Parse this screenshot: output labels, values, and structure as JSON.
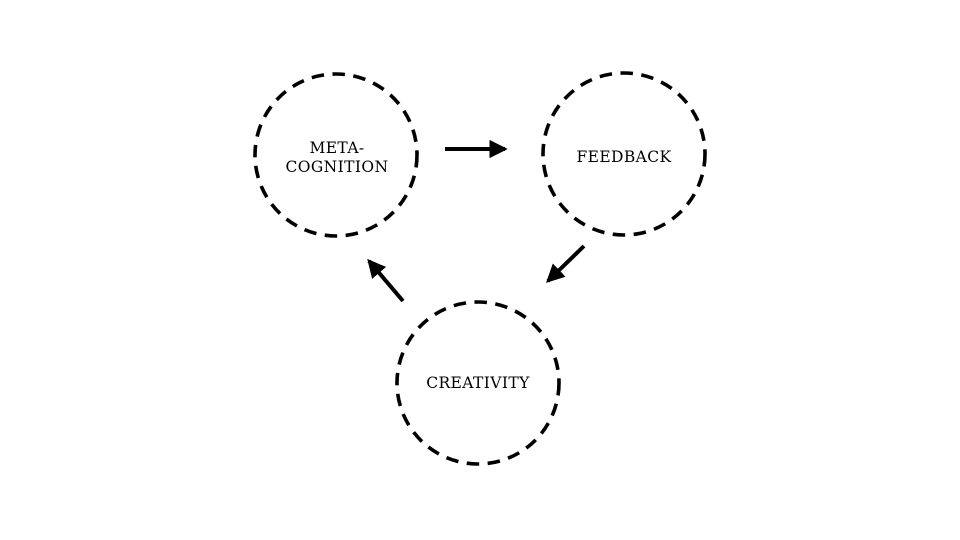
{
  "colors": {
    "ink": "#000000",
    "background": "#ffffff"
  },
  "nodes": [
    {
      "id": "meta-cognition",
      "lines": [
        "META-",
        "COGNITION"
      ]
    },
    {
      "id": "feedback",
      "lines": [
        "FEEDBACK"
      ]
    },
    {
      "id": "creativity",
      "lines": [
        "CREATIVITY"
      ]
    }
  ],
  "edges": [
    {
      "from": "meta-cognition",
      "to": "feedback"
    },
    {
      "from": "feedback",
      "to": "creativity"
    },
    {
      "from": "creativity",
      "to": "meta-cognition"
    }
  ]
}
